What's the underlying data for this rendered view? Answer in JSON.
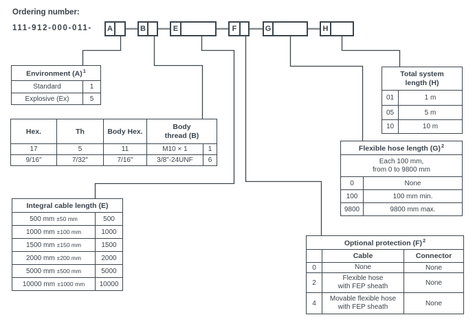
{
  "title": "Ordering number:",
  "code": "111-912-000-011-",
  "boxes": [
    {
      "letter": "A"
    },
    {
      "letter": "B"
    },
    {
      "letter": "E"
    },
    {
      "letter": "F"
    },
    {
      "letter": "G"
    },
    {
      "letter": "H"
    }
  ],
  "tables": {
    "environment": {
      "title": "Environment (A)",
      "sup": "1",
      "rows": [
        [
          "Standard",
          "1"
        ],
        [
          "Explosive (Ex)",
          "5"
        ]
      ]
    },
    "body": {
      "headers": [
        "Hex.",
        "Th",
        "Body Hex.",
        "Body\nthread (B)"
      ],
      "rows": [
        [
          "17",
          "5",
          "11",
          "M10 × 1",
          "1"
        ],
        [
          "9/16\"",
          "7/32\"",
          "7/16\"",
          "3/8\"-24UNF",
          "6"
        ]
      ]
    },
    "cable": {
      "title": "Integral cable length (E)",
      "rows": [
        {
          "main": "500 mm",
          "tol": "±50 mm",
          "code": "500"
        },
        {
          "main": "1000 mm",
          "tol": "±100 mm",
          "code": "1000"
        },
        {
          "main": "1500 mm",
          "tol": "±150 mm",
          "code": "1500"
        },
        {
          "main": "2000 mm",
          "tol": "±200 mm",
          "code": "2000"
        },
        {
          "main": "5000 mm",
          "tol": "±500 mm",
          "code": "5000"
        },
        {
          "main": "10000 mm",
          "tol": "±1000 mm",
          "code": "10000"
        }
      ]
    },
    "system_length": {
      "title": "Total system\nlength (H)",
      "rows": [
        [
          "01",
          "1 m"
        ],
        [
          "05",
          "5 m"
        ],
        [
          "10",
          "10 m"
        ]
      ]
    },
    "hose": {
      "title": "Flexible hose length (G)",
      "sup": "2",
      "subtitle": "Each 100 mm,\nfrom 0 to 9800 mm",
      "rows": [
        [
          "0",
          "None"
        ],
        [
          "100",
          "100 mm min."
        ],
        [
          "9800",
          "9800 mm max."
        ]
      ]
    },
    "protection": {
      "title": "Optional protection (F)",
      "sup": "2",
      "headers": [
        "",
        "Cable",
        "Connector"
      ],
      "rows": [
        [
          "0",
          "None",
          "None"
        ],
        [
          "2",
          "Flexible hose\nwith FEP sheath",
          "None"
        ],
        [
          "4",
          "Movable flexible hose\nwith FEP sheath",
          "None"
        ]
      ]
    }
  },
  "colors": {
    "text": "#3a424a",
    "border": "#3c454d",
    "link_line": "#85898d",
    "background": "#ffffff"
  }
}
